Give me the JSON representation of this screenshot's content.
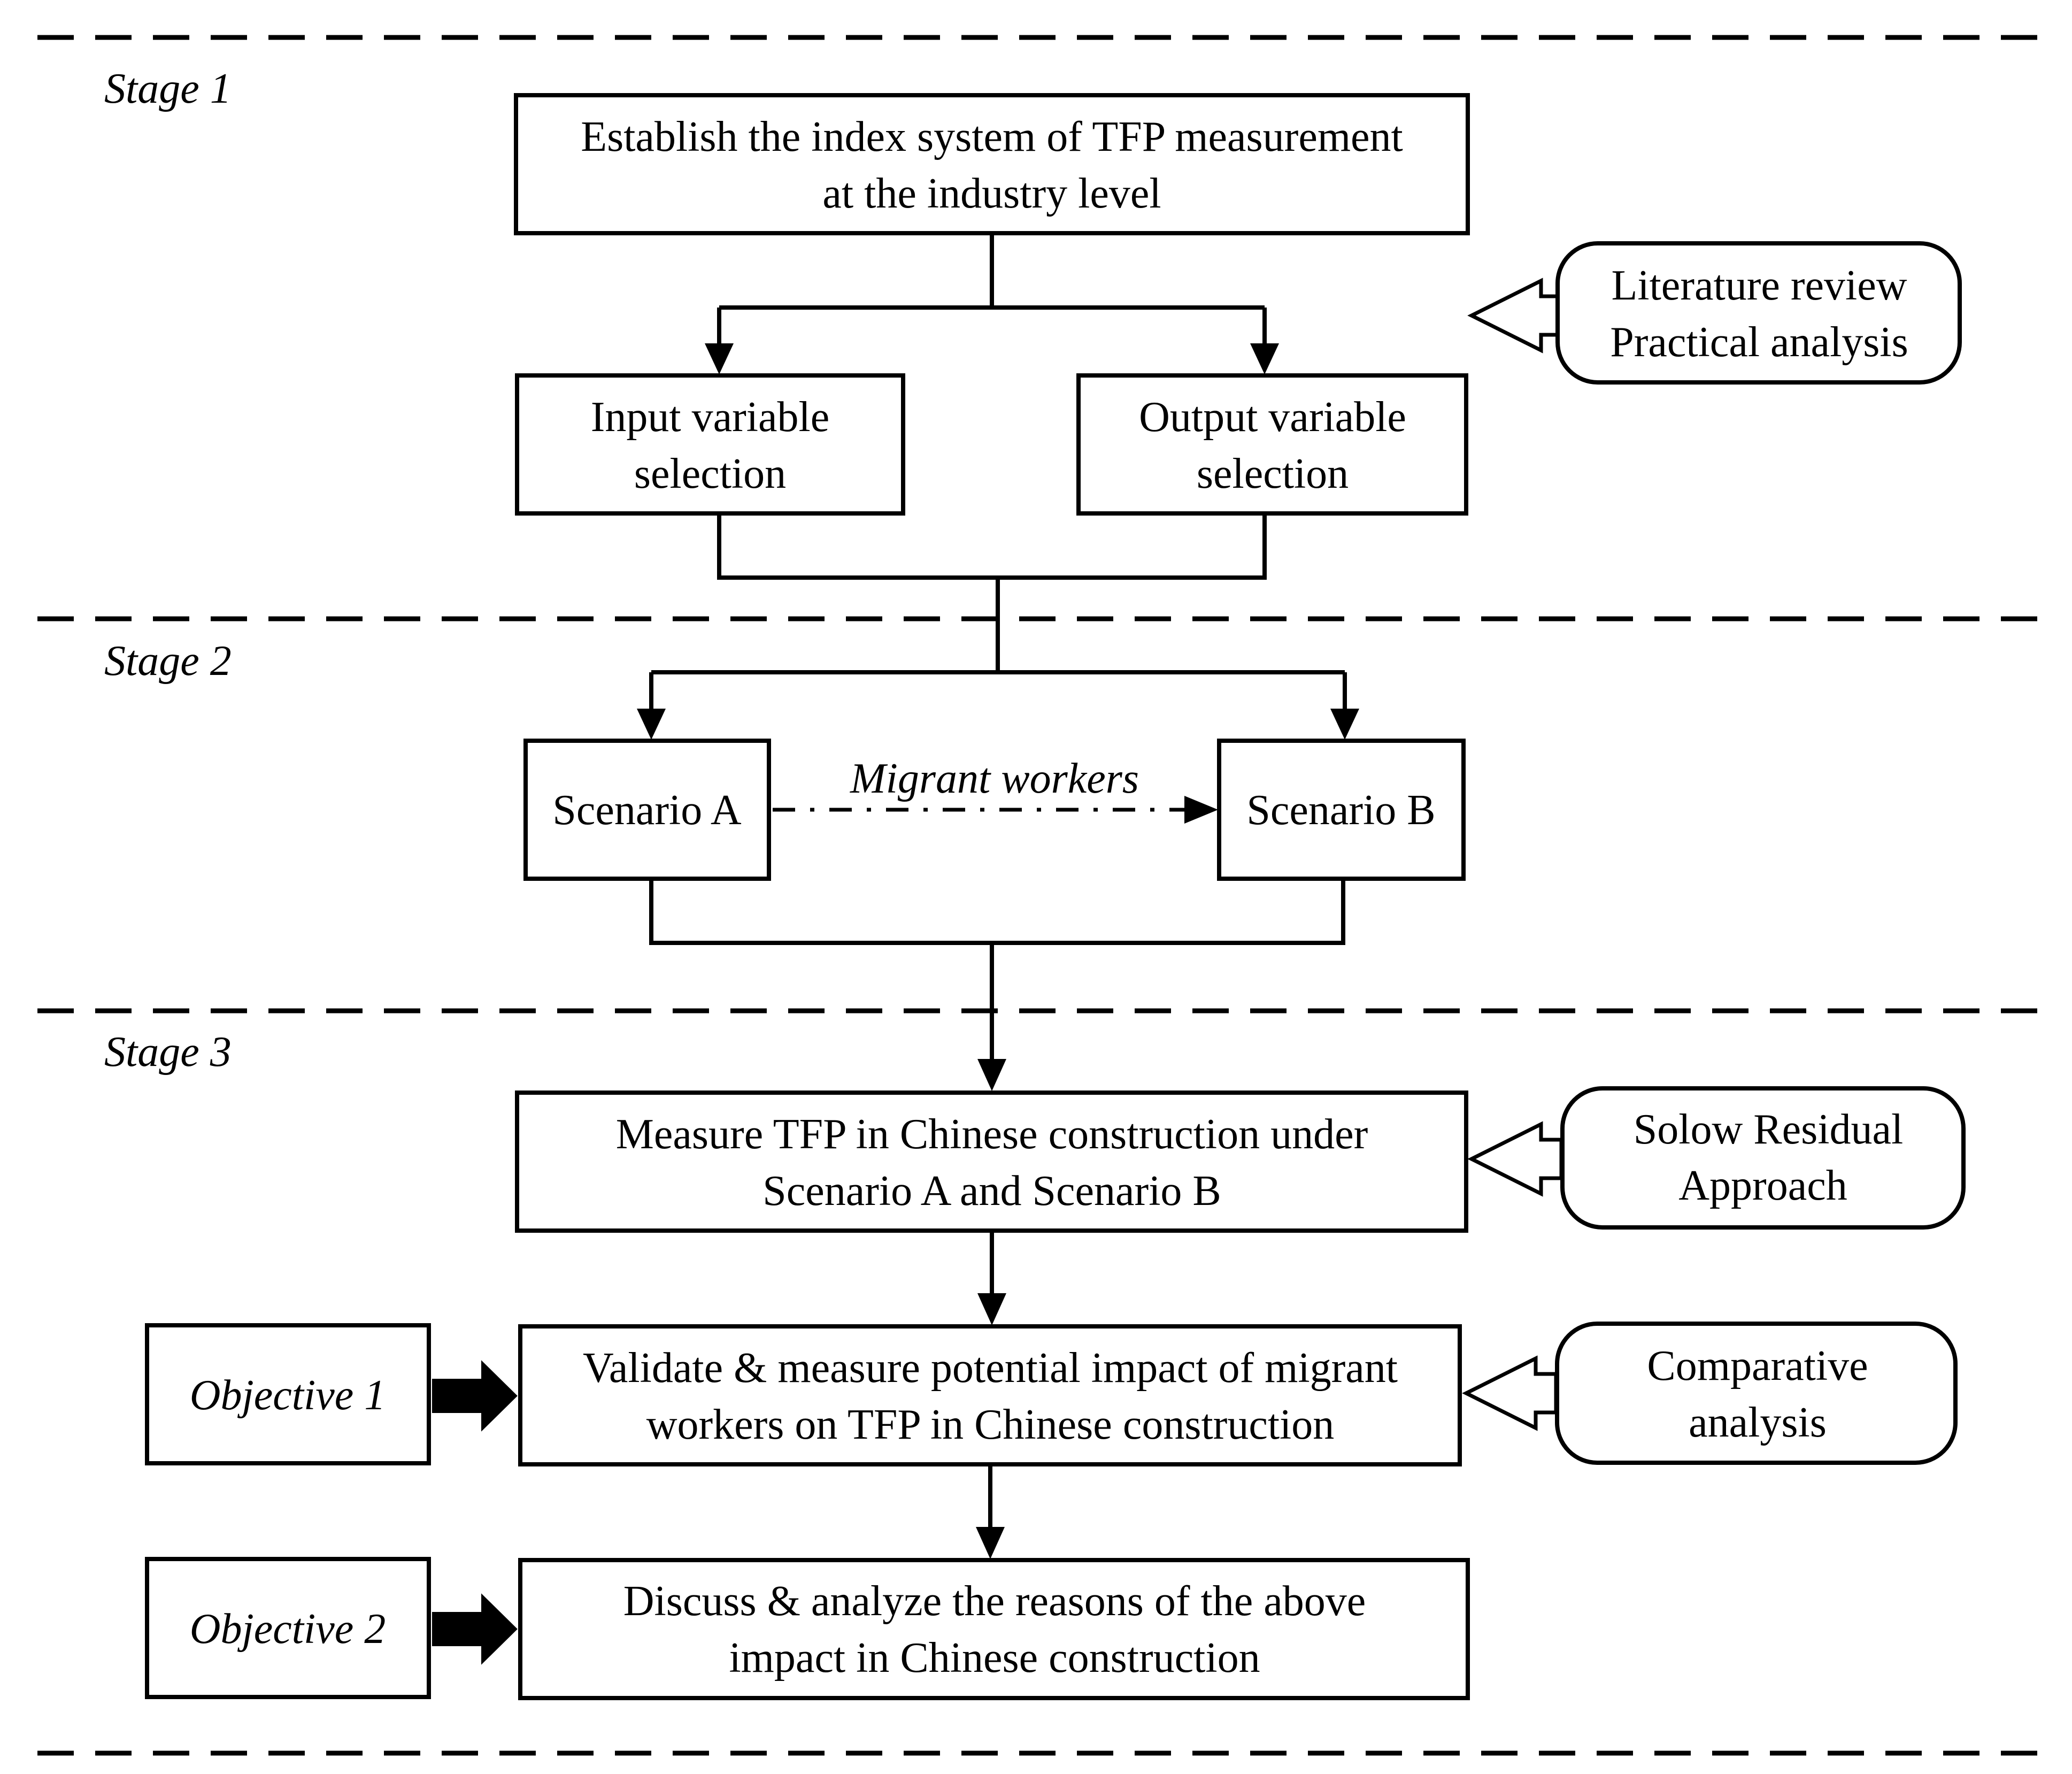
{
  "stages": [
    {
      "label": "Stage 1"
    },
    {
      "label": "Stage 2"
    },
    {
      "label": "Stage 3"
    }
  ],
  "boxes": {
    "establish_index": [
      "Establish the index system of TFP measurement",
      "at the industry level"
    ],
    "input_variable": [
      "Input variable",
      "selection"
    ],
    "output_variable": [
      "Output variable",
      "selection"
    ],
    "scenario_a": "Scenario A",
    "scenario_b": "Scenario B",
    "migrant_workers": "Migrant workers",
    "measure_tfp": [
      "Measure TFP in Chinese construction under",
      "Scenario A and Scenario B"
    ],
    "validate_measure": [
      "Validate & measure potential impact of migrant",
      "workers on TFP in Chinese construction"
    ],
    "discuss_analyze": [
      "Discuss & analyze  the reasons of the above",
      "impact in Chinese construction"
    ]
  },
  "methods": {
    "literature": [
      "Literature review",
      "Practical analysis"
    ],
    "solow": [
      "Solow Residual",
      "Approach"
    ],
    "comparative": [
      "Comparative",
      "analysis"
    ]
  },
  "objectives": {
    "objective_1": "Objective 1",
    "objective_2": "Objective 2"
  }
}
